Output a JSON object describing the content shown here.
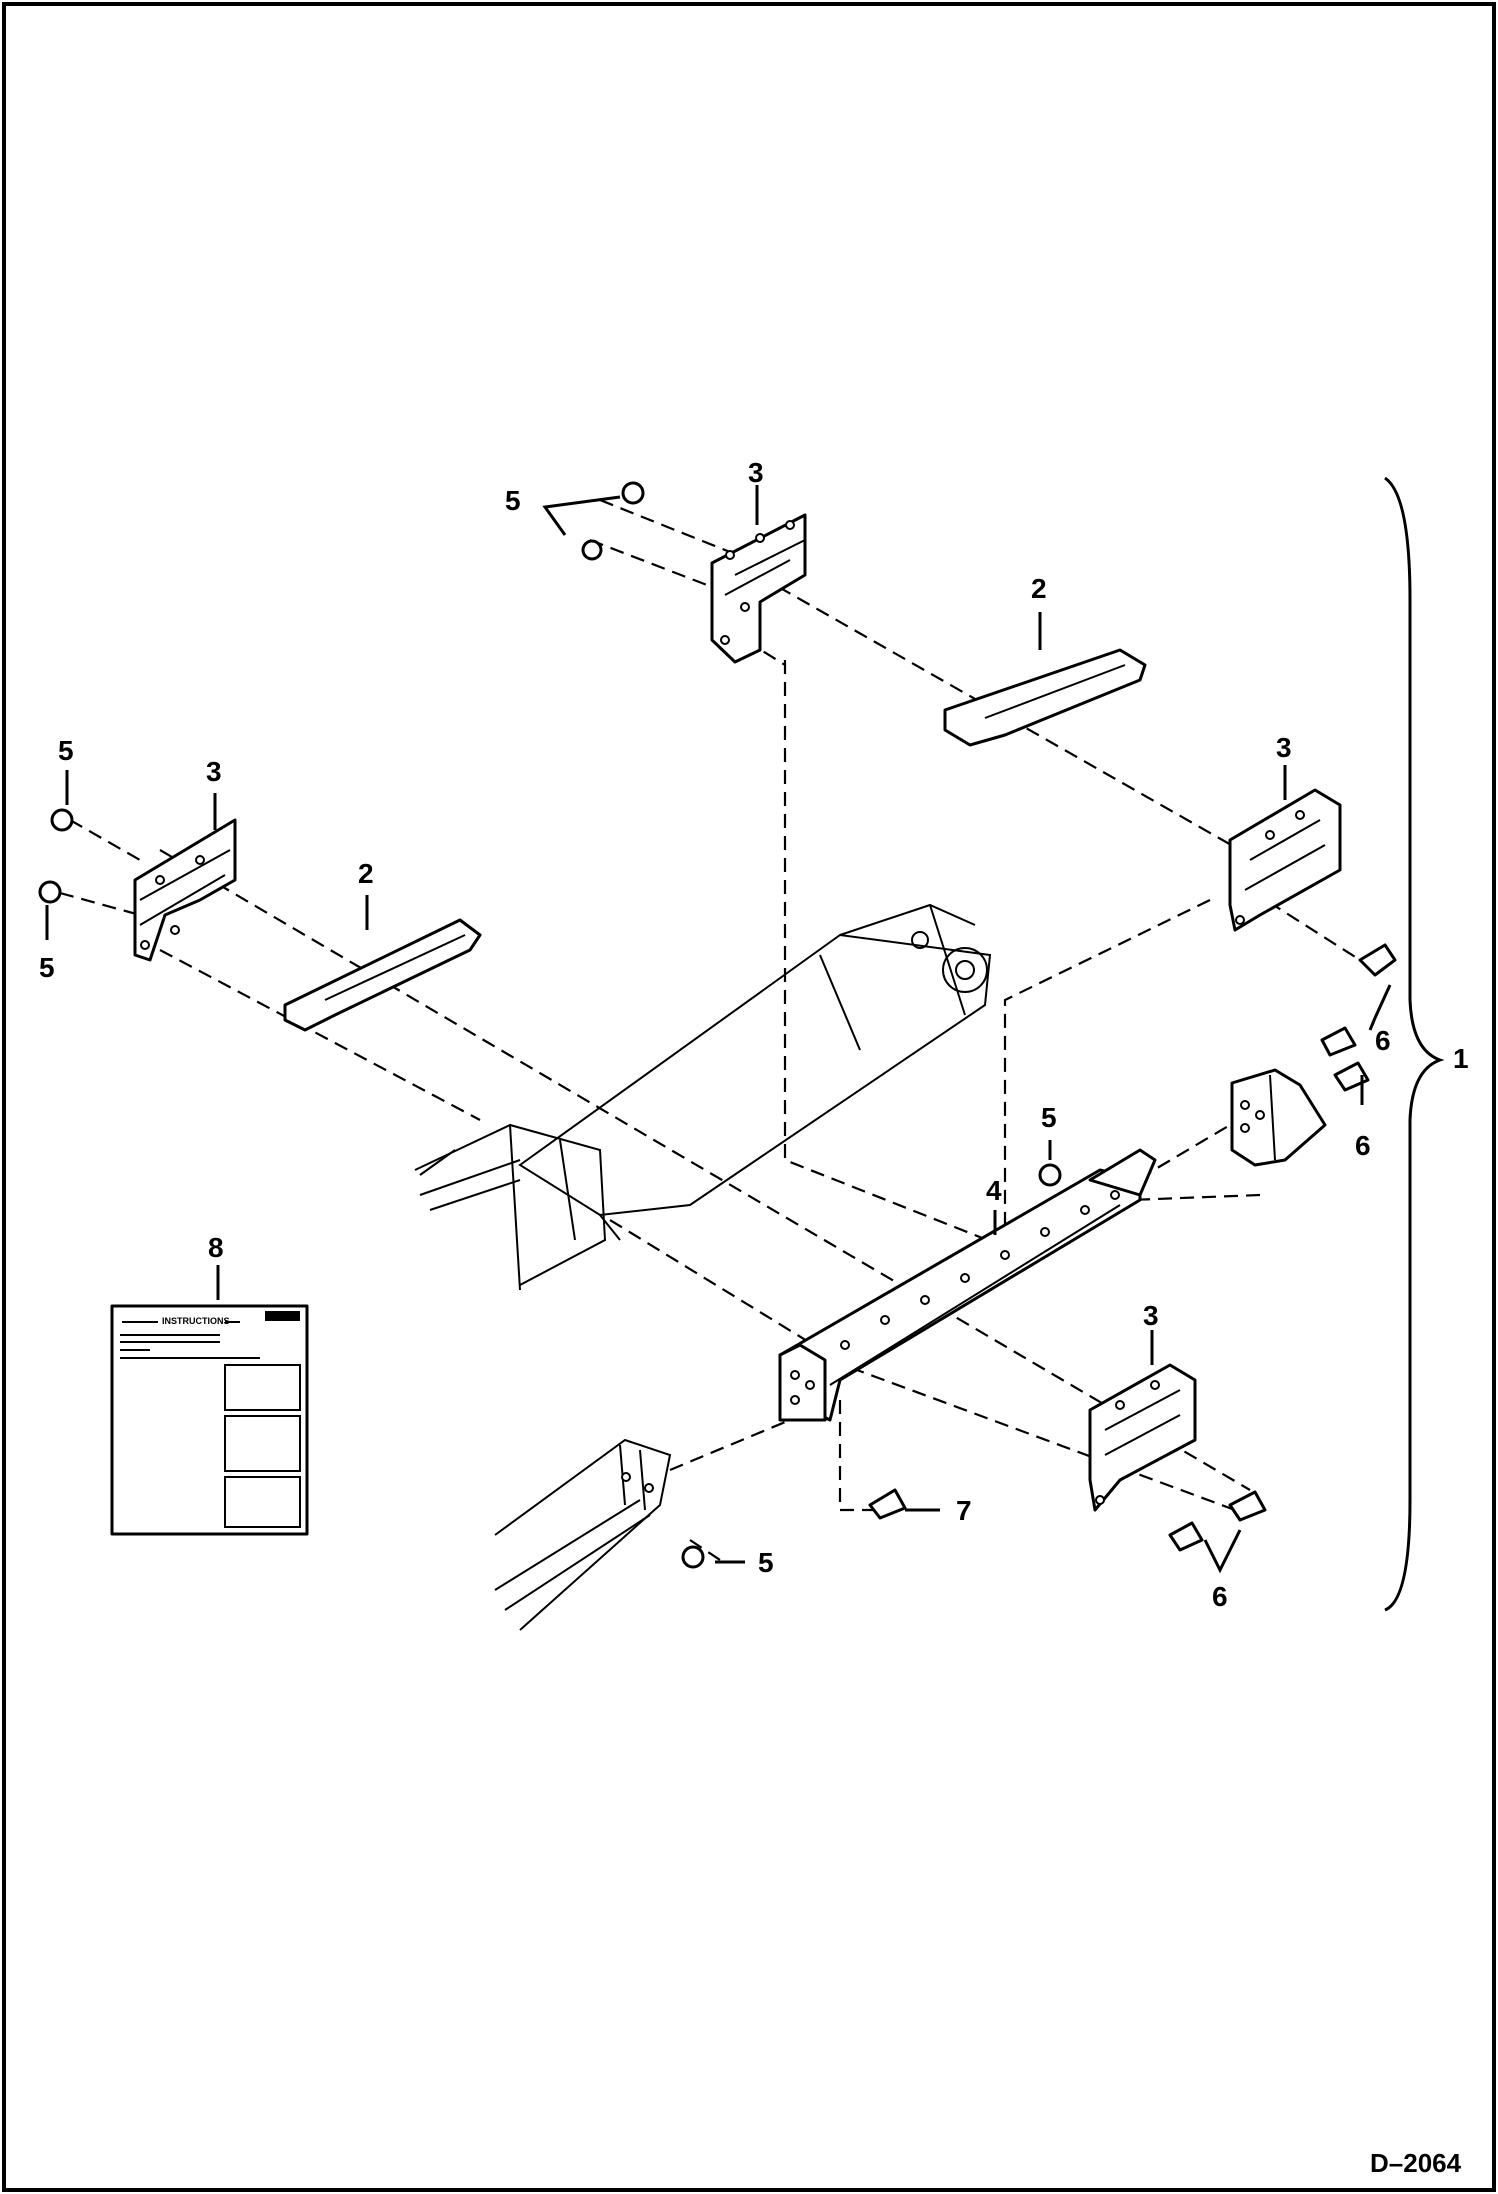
{
  "figure_id": "D–2064",
  "callouts": {
    "item_1": "1",
    "item_2": "2",
    "item_3": "3",
    "item_4": "4",
    "item_5": "5",
    "item_6": "6",
    "item_7": "7",
    "item_8": "8"
  },
  "instruction_sheet": {
    "heading": "INSTRUCTIONS"
  }
}
